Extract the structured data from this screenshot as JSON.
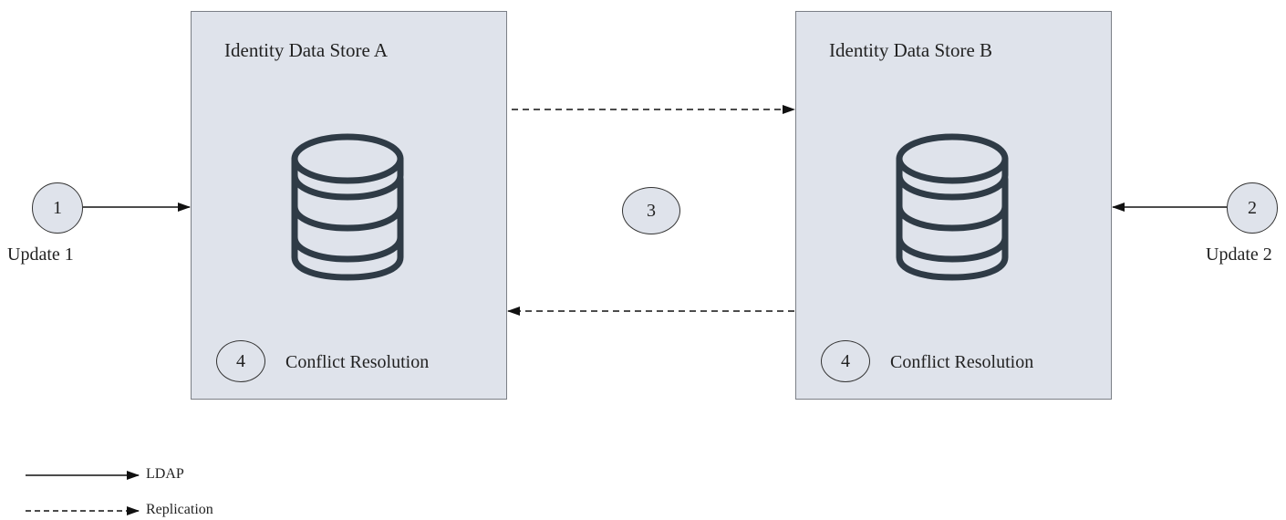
{
  "store_a": {
    "title": "Identity Data Store A",
    "step": "4",
    "conflict_label": "Conflict Resolution"
  },
  "store_b": {
    "title": "Identity Data Store B",
    "step": "4",
    "conflict_label": "Conflict Resolution"
  },
  "update_1": {
    "step": "1",
    "label": "Update 1"
  },
  "update_2": {
    "step": "2",
    "label": "Update 2"
  },
  "replication_step": "3",
  "legend": {
    "ldap": "LDAP",
    "replication": "Replication"
  },
  "colors": {
    "store_fill": "#dfe3eb",
    "store_border": "#7b7f86",
    "icon_stroke": "#2f3b46",
    "line": "#111111"
  }
}
